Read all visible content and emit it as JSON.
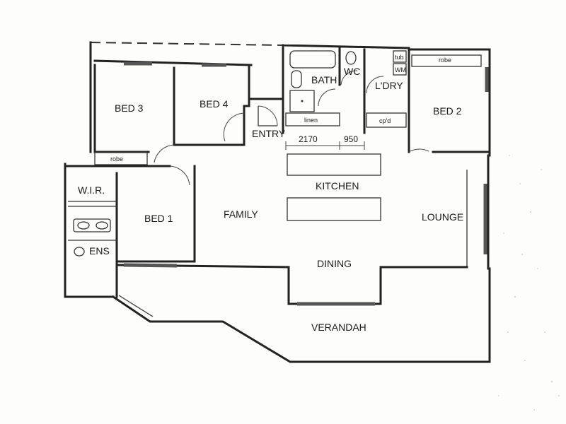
{
  "rooms": {
    "bed3": "BED 3",
    "bed4": "BED 4",
    "bath": "BATH",
    "wc": "WC",
    "laundry": "L'DRY",
    "bed2": "BED 2",
    "entry": "ENTRY",
    "linen": "linen",
    "cupboard": "cp'd",
    "robe_bed3": "robe",
    "robe_bed2": "robe",
    "tub": "tub",
    "washing_machine": "WM",
    "wir": "W.I.R.",
    "bed1": "BED 1",
    "ens": "ENS",
    "family": "FAMILY",
    "kitchen": "KITCHEN",
    "lounge": "LOUNGE",
    "dining": "DINING",
    "verandah": "VERANDAH"
  },
  "dimensions": {
    "left": "2170",
    "right": "950"
  }
}
